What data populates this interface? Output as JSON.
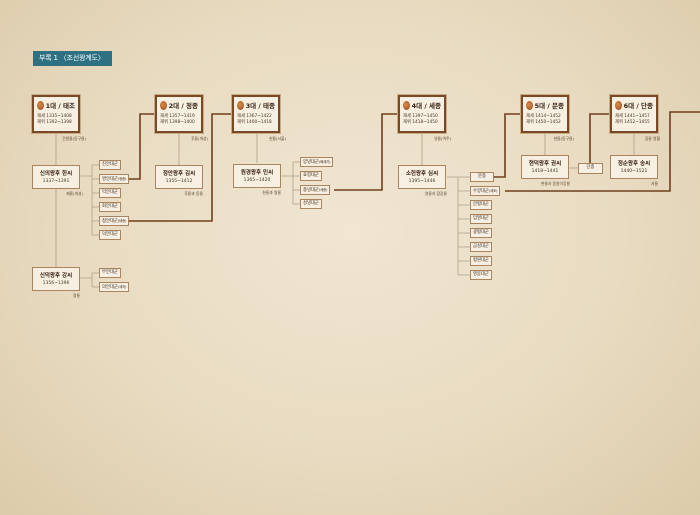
{
  "title": "부록 1 〈조선왕계도〉",
  "kings": [
    {
      "gen": "1대 / 태조",
      "birth": "재세 1335~1408",
      "reign": "재위 1392~1398",
      "tomb": "건원릉(동구릉)"
    },
    {
      "gen": "2대 / 정종",
      "birth": "재세 1357~1419",
      "reign": "재위 1398~1400",
      "tomb": "후릉(개성)"
    },
    {
      "gen": "3대 / 태종",
      "birth": "재세 1367~1422",
      "reign": "재위 1400~1418",
      "tomb": "헌릉(서울)"
    },
    {
      "gen": "4대 / 세종",
      "birth": "재세 1397~1450",
      "reign": "재위 1418~1450",
      "tomb": "영릉(여주)"
    },
    {
      "gen": "5대 / 문종",
      "birth": "재세 1414~1452",
      "reign": "재위 1450~1452",
      "tomb": "현릉(동구릉)"
    },
    {
      "gen": "6대 / 단종",
      "birth": "재세 1441~1457",
      "reign": "재위 1452~1455",
      "tomb": "장릉 영월"
    }
  ],
  "queens": [
    {
      "name": "신의왕후 한씨",
      "years": "1337~1391",
      "tomb": "제릉(개성)"
    },
    {
      "name": "신덕왕후 강씨",
      "years": "1356~1396",
      "tomb": "정릉"
    },
    {
      "name": "정안왕후 김씨",
      "years": "1355~1412",
      "tomb": "후릉과 동릉"
    },
    {
      "name": "원경왕후 민씨",
      "years": "1365~1420",
      "tomb": "헌릉과 쌍릉"
    },
    {
      "name": "소헌왕후 심씨",
      "years": "1395~1446",
      "tomb": "영릉과 합장릉"
    },
    {
      "name": "현덕왕후 권씨",
      "years": "1418~1441",
      "tomb": "현릉과 동원이강릉"
    },
    {
      "name": "정순왕후 송씨",
      "years": "1440~1521",
      "tomb": "사릉"
    }
  ],
  "children": {
    "sinui": [
      {
        "n": "진안대군"
      },
      {
        "n": "영안대군",
        "s": "(정종)"
      },
      {
        "n": "익안대군"
      },
      {
        "n": "회안대군"
      },
      {
        "n": "정안대군",
        "s": "(태종)"
      },
      {
        "n": "덕안대군"
      }
    ],
    "sindeok": [
      {
        "n": "무안대군"
      },
      {
        "n": "의안대군",
        "s": "(세자)"
      }
    ],
    "wongyeong": [
      {
        "n": "양녕대군",
        "s": "(폐세자)"
      },
      {
        "n": "효령대군"
      },
      {
        "n": "충녕대군",
        "s": "(세종)"
      },
      {
        "n": "성녕대군"
      }
    ],
    "soheon": [
      {
        "n": "문종"
      },
      {
        "n": "수양대군",
        "s": "(세조)"
      },
      {
        "n": "안평대군"
      },
      {
        "n": "임영대군"
      },
      {
        "n": "광평대군"
      },
      {
        "n": "금성대군"
      },
      {
        "n": "평원대군"
      },
      {
        "n": "영응대군"
      }
    ],
    "hyeondeok": [
      {
        "n": "단종"
      }
    ]
  }
}
